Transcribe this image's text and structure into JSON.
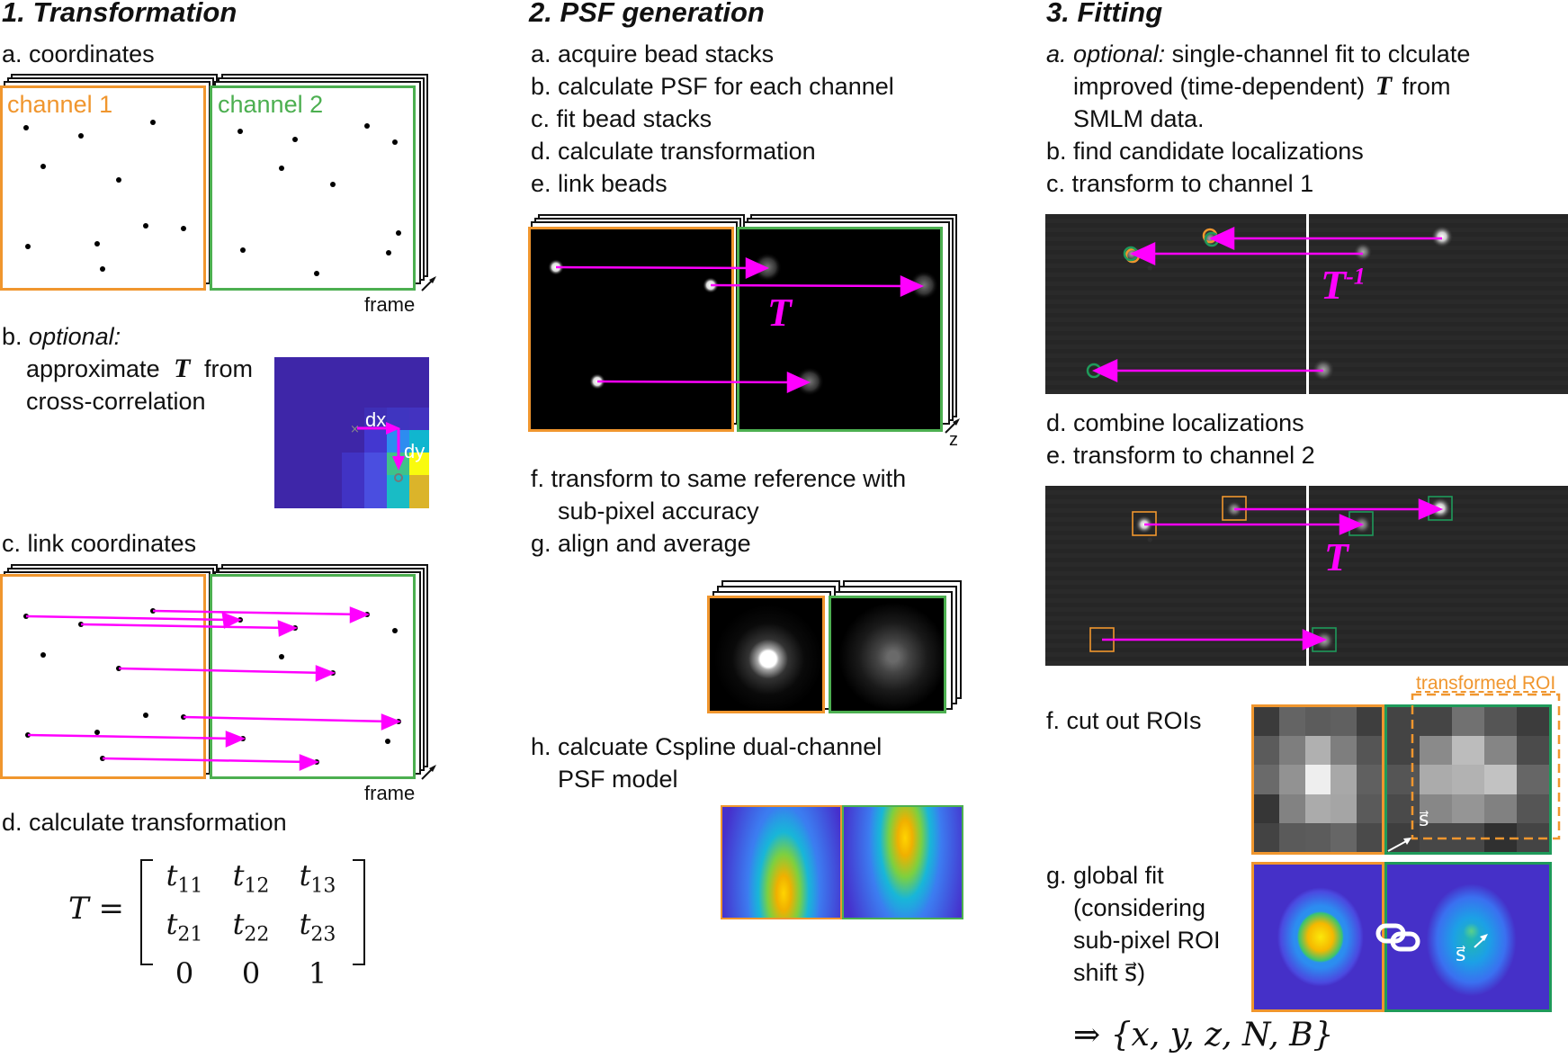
{
  "col1": {
    "title": "1. Transformation",
    "a_label": "a. coordinates",
    "channel1_label": "channel 1",
    "channel2_label": "channel 2",
    "frame_label_1": "frame",
    "b_prefix": "b.",
    "b_optional": "optional:",
    "b_line2_pre": "approximate",
    "b_T": "T",
    "b_line2_post": "from",
    "b_line3": "cross-correlation",
    "dx_label": "dx",
    "dy_label": "dy",
    "c_label": "c. link coordinates",
    "frame_label_2": "frame",
    "d_label": "d. calculate transformation",
    "matrix": {
      "lhs": "T =",
      "rows": [
        [
          "t11",
          "t12",
          "t13"
        ],
        [
          "t21",
          "t22",
          "t23"
        ],
        [
          "0",
          "0",
          "1"
        ]
      ]
    }
  },
  "col2": {
    "title": "2. PSF generation",
    "steps": [
      "a. acquire bead stacks",
      "b. calculate PSF for each channel",
      "c. fit bead stacks",
      "d. calculate transformation",
      "e. link beads"
    ],
    "T_label": "T",
    "z_label": "z",
    "f_line1": "f. transform to same reference with",
    "f_line2": "sub-pixel accuracy",
    "g_label": "g. align and average",
    "h_line1": "h. calcuate Cspline dual-channel",
    "h_line2": "PSF model"
  },
  "col3": {
    "title": "3. Fitting",
    "a_prefix": "a.",
    "a_optional": "optional:",
    "a_line1_rest": "single-channel fit to clculate",
    "a_line2_pre": "improved (time-dependent)",
    "a_T": "T",
    "a_line2_post": "from",
    "a_line3": "SMLM data.",
    "b_label": "b. find candidate localizations",
    "c_label": "c. transform to channel 1",
    "Tinv_base": "T",
    "Tinv_sup": "-1",
    "d_label": "d. combine localizations",
    "e_label": "e. transform to channel 2",
    "T_label": "T",
    "f_label": "f. cut out ROIs",
    "transformed_roi_label": "transformed ROI",
    "s_vec": "s⃗",
    "g_lines": [
      "g. global fit",
      "(considering",
      "sub-pixel ROI",
      "shift s⃗)"
    ],
    "result": "⇒ {x, y, z, N, B}"
  },
  "colors": {
    "channel1": "#f0962e",
    "channel2": "#4caf50",
    "arrow": "#ff00ff",
    "heat_low": "#3e26a8",
    "heat_high": "#f9fb0e"
  }
}
